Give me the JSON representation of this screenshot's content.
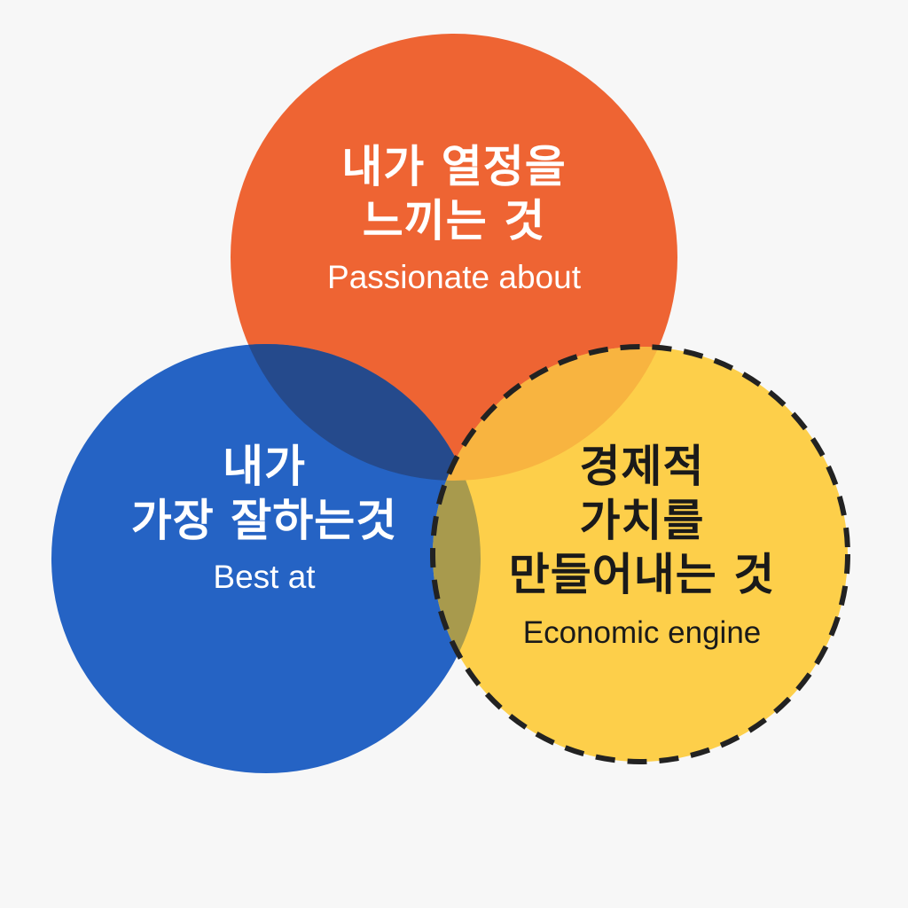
{
  "diagram": {
    "circles": [
      {
        "id": "passion",
        "title_lines": [
          "내가 열정을",
          "느끼는 것"
        ],
        "subtitle": "Passionate about",
        "fill": "#ee6433",
        "text_color": "#ffffff"
      },
      {
        "id": "best",
        "title_lines": [
          "내가",
          "가장 잘하는것"
        ],
        "subtitle": "Best at",
        "fill": "#2563c4",
        "text_color": "#ffffff"
      },
      {
        "id": "economic",
        "title_lines": [
          "경제적",
          "가치를",
          "만들어내는 것"
        ],
        "subtitle": "Economic engine",
        "fill": "#fdcf4a",
        "text_color": "#1a1a1a",
        "border": "dashed",
        "border_color": "#222222"
      }
    ],
    "overlap_colors": {
      "passion_best": "#254a8c",
      "best_economic": "#a89a4d",
      "passion_economic": "#f8b440"
    }
  }
}
